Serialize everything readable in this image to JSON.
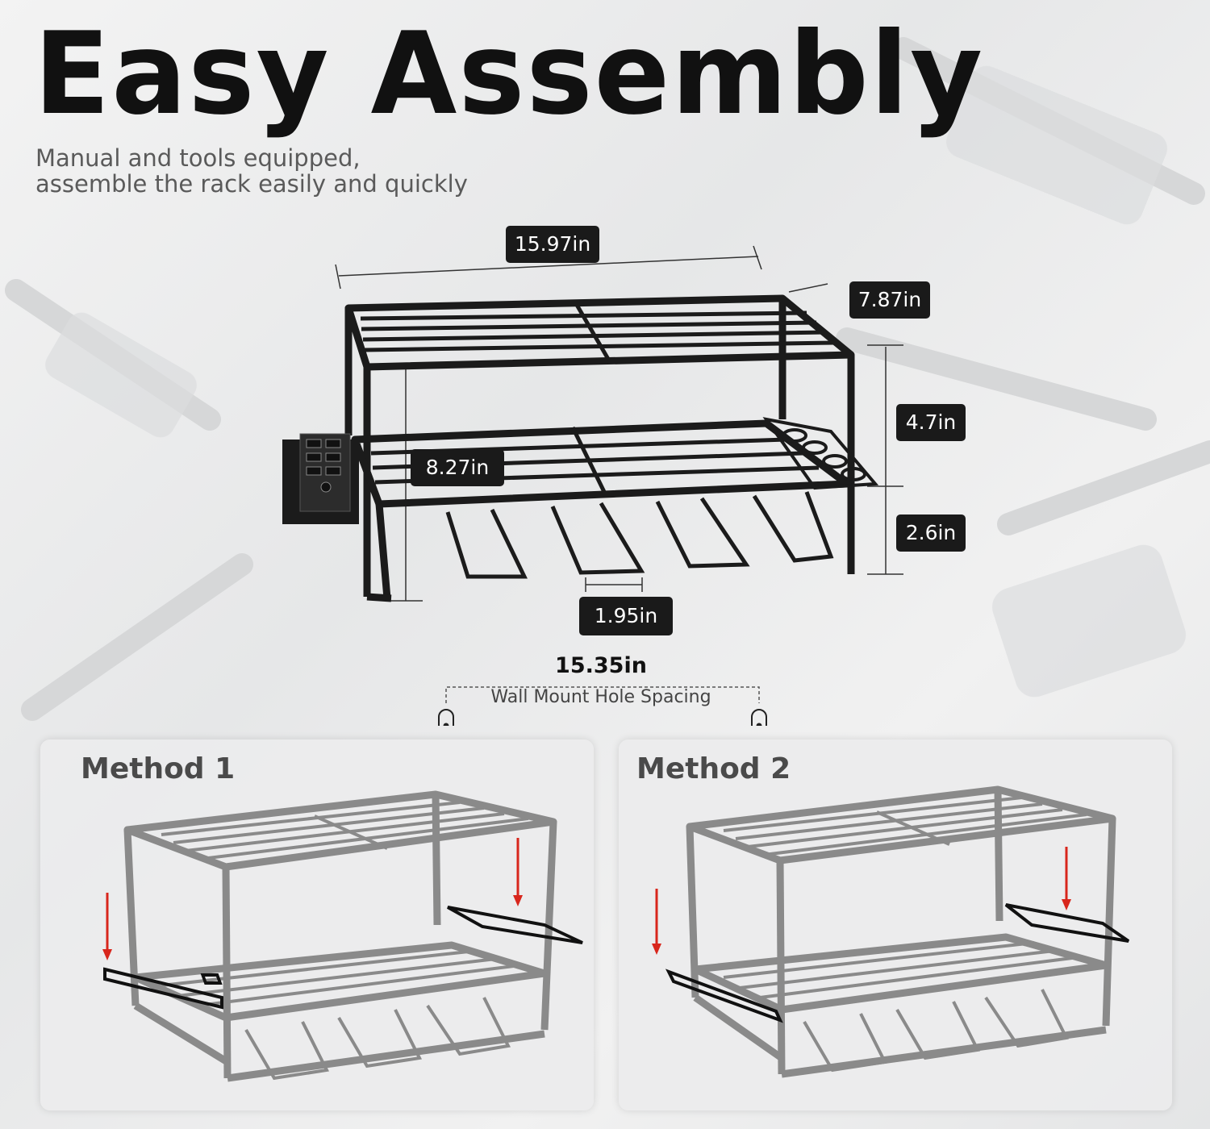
{
  "header": {
    "title": "Easy Assembly",
    "subtitle_lines": [
      "Manual and tools equipped,",
      "assemble the rack easily and quickly"
    ]
  },
  "dimensions": {
    "width": "15.97in",
    "depth": "7.87in",
    "shelf_gap": "4.7in",
    "bottom_gap": "2.6in",
    "height": "8.27in",
    "slot_width": "1.95in"
  },
  "wall_mount": {
    "value": "15.35in",
    "label": "Wall Mount Hole Spacing"
  },
  "methods": [
    {
      "title": "Method 1"
    },
    {
      "title": "Method 2"
    }
  ],
  "colors": {
    "badge": "#1a1a1a",
    "arrow": "#d8261c",
    "rack_main": "#1b1b1b",
    "rack_faded": "#8a8a8a"
  }
}
